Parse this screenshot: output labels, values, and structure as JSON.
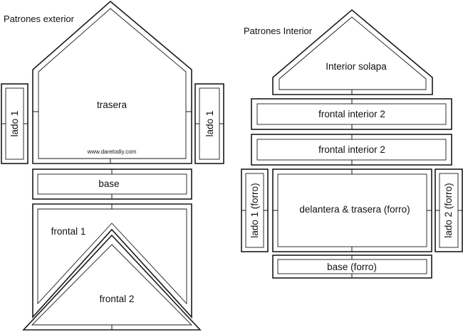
{
  "headings": {
    "exterior": "Patrones exterior",
    "interior": "Patrones Interior"
  },
  "exterior": {
    "trasera": "trasera",
    "website": "www.daretodiy.com",
    "lado_left": "lado 1",
    "lado_right": "lado 1",
    "base": "base",
    "frontal1": "frontal 1",
    "frontal2": "frontal 2"
  },
  "interior": {
    "solapa": "Interior solapa",
    "frontal_interior_a": "frontal interior 2",
    "frontal_interior_b": "frontal interior 2",
    "lado1_forro": "lado 1 (forro)",
    "delantera": "delantera & trasera (forro)",
    "lado2_forro": "lado 2 (forro)",
    "base_forro": "base (forro)"
  }
}
